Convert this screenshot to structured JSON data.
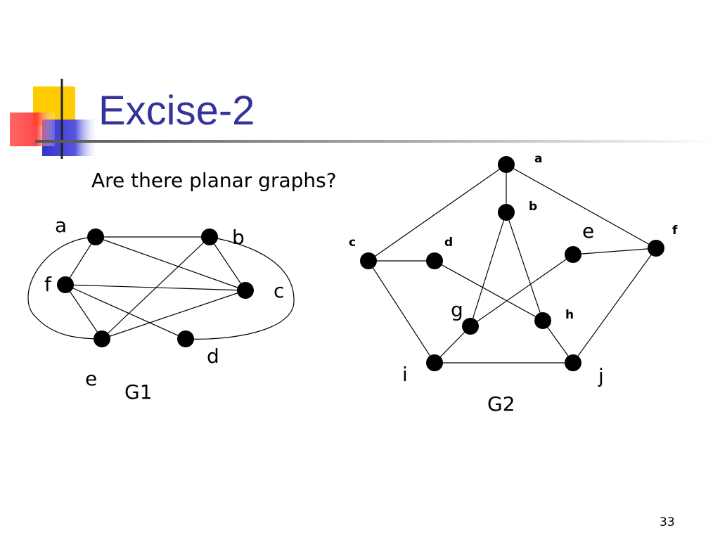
{
  "slide": {
    "title": "Excise-2",
    "question": "Are there planar graphs?",
    "number": "33",
    "colors": {
      "title": "#333399",
      "yellow": "#ffcc00",
      "red": "#ff3333",
      "blue": "#3333cc"
    }
  },
  "g1": {
    "caption": "G1",
    "nodes": [
      {
        "id": "a",
        "label": "a"
      },
      {
        "id": "b",
        "label": "b"
      },
      {
        "id": "c",
        "label": "c"
      },
      {
        "id": "d",
        "label": "d"
      },
      {
        "id": "e",
        "label": "e"
      },
      {
        "id": "f",
        "label": "f"
      }
    ],
    "edges": [
      [
        "a",
        "b"
      ],
      [
        "a",
        "c"
      ],
      [
        "a",
        "f"
      ],
      [
        "b",
        "c"
      ],
      [
        "b",
        "e"
      ],
      [
        "f",
        "c"
      ],
      [
        "f",
        "e"
      ],
      [
        "f",
        "d"
      ],
      [
        "e",
        "c"
      ],
      [
        "a",
        "e"
      ],
      [
        "b",
        "d"
      ]
    ]
  },
  "g2": {
    "caption": "G2",
    "nodes": [
      {
        "id": "a",
        "label": "a"
      },
      {
        "id": "b",
        "label": "b"
      },
      {
        "id": "c",
        "label": "c"
      },
      {
        "id": "d",
        "label": "d"
      },
      {
        "id": "e",
        "label": "e"
      },
      {
        "id": "f",
        "label": "f"
      },
      {
        "id": "g",
        "label": "g"
      },
      {
        "id": "h",
        "label": "h"
      },
      {
        "id": "i",
        "label": "i"
      },
      {
        "id": "j",
        "label": "j"
      }
    ],
    "edges": [
      [
        "a",
        "b"
      ],
      [
        "a",
        "c"
      ],
      [
        "a",
        "f"
      ],
      [
        "c",
        "d"
      ],
      [
        "e",
        "f"
      ],
      [
        "c",
        "i"
      ],
      [
        "f",
        "j"
      ],
      [
        "i",
        "j"
      ],
      [
        "b",
        "g"
      ],
      [
        "b",
        "h"
      ],
      [
        "d",
        "h"
      ],
      [
        "e",
        "g"
      ],
      [
        "g",
        "i"
      ],
      [
        "h",
        "j"
      ]
    ]
  }
}
